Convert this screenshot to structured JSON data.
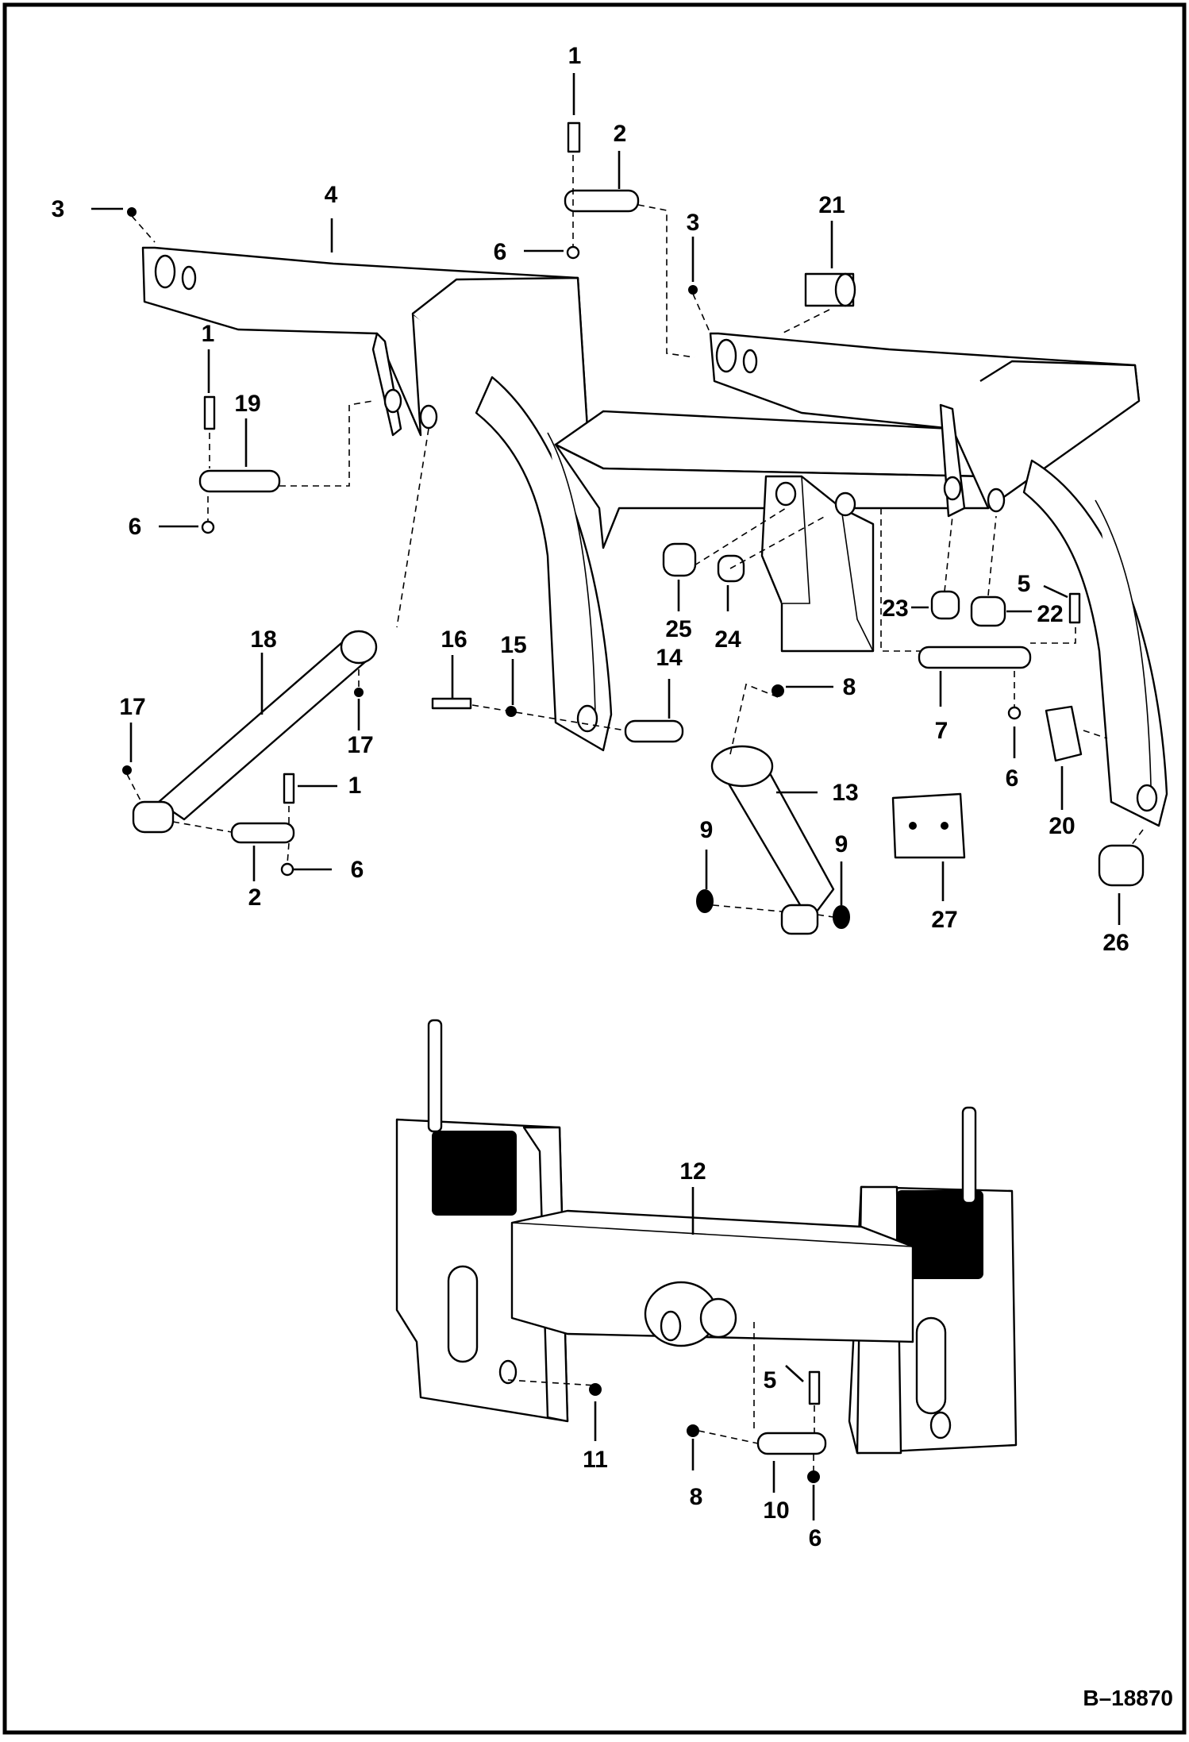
{
  "figure_id": "B–18870",
  "callouts": {
    "c1a": "1",
    "c2a": "2",
    "c3a": "3",
    "c4": "4",
    "c6a": "6",
    "c3b": "3",
    "c21": "21",
    "c1b": "1",
    "c19": "19",
    "c6b": "6",
    "c25": "25",
    "c24": "24",
    "c23": "23",
    "c22": "22",
    "c5a": "5",
    "c18": "18",
    "c16": "16",
    "c15": "15",
    "c14": "14",
    "c8a": "8",
    "c7": "7",
    "c17a": "17",
    "c17b": "17",
    "c1c": "1",
    "c2b": "2",
    "c6c": "6",
    "c13": "13",
    "c9a": "9",
    "c9b": "9",
    "c6d": "6",
    "c20": "20",
    "c27": "27",
    "c26": "26",
    "c12": "12",
    "c5b": "5",
    "c11": "11",
    "c8b": "8",
    "c10": "10",
    "c6e": "6"
  }
}
